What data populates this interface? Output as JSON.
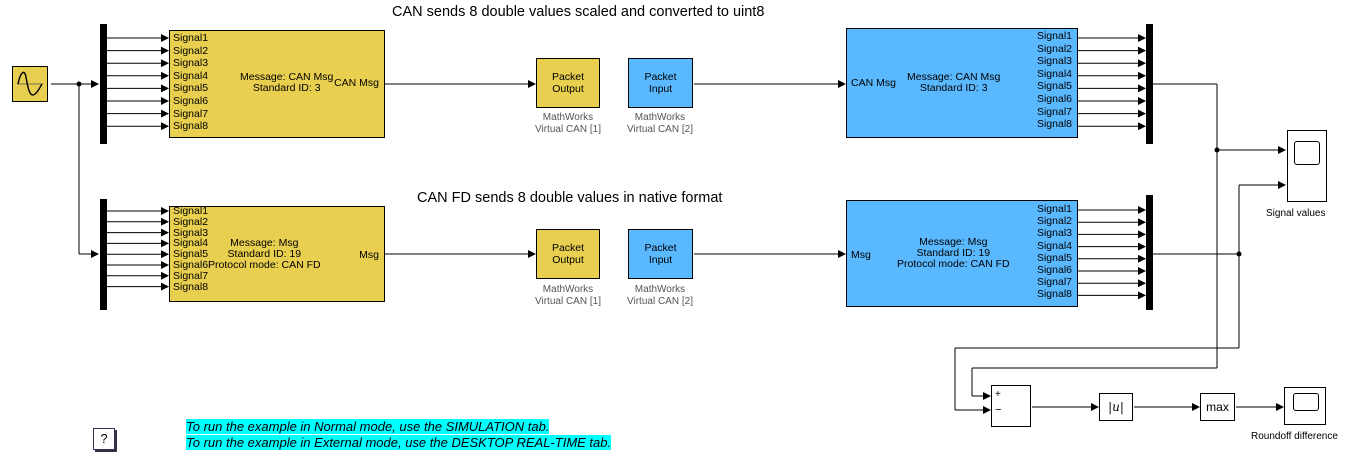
{
  "top_title": "CAN sends 8 double values scaled and converted to uint8",
  "mid_title": "CAN FD sends 8 double values in native format",
  "signals": [
    "Signal1",
    "Signal2",
    "Signal3",
    "Signal4",
    "Signal5",
    "Signal6",
    "Signal7",
    "Signal8"
  ],
  "can_pack": {
    "line1": "Message: CAN Msg",
    "line2": "Standard ID: 3",
    "out_port": "CAN Msg"
  },
  "can_unpack": {
    "line1": "Message: CAN Msg",
    "line2": "Standard ID: 3",
    "in_port": "CAN Msg"
  },
  "canfd_pack": {
    "line1": "Message: Msg",
    "line2": "Standard ID: 19",
    "line3": "Protocol mode: CAN FD",
    "out_port": "Msg"
  },
  "canfd_unpack": {
    "line1": "Message: Msg",
    "line2": "Standard ID: 19",
    "line3": "Protocol mode: CAN FD",
    "in_port": "Msg"
  },
  "packet_output": {
    "line1": "Packet",
    "line2": "Output",
    "caption1": "MathWorks",
    "caption2": "Virtual CAN [1]"
  },
  "packet_input": {
    "line1": "Packet",
    "line2": "Input",
    "caption1": "MathWorks",
    "caption2": "Virtual CAN [2]"
  },
  "scope_signal_values": "Signal values",
  "scope_roundoff": "Roundoff difference",
  "sum_signs": {
    "plus": "+",
    "minus": "−"
  },
  "abs_label": "|u|",
  "max_label": "max",
  "help_label": "?",
  "note_line1": "To run the example in Normal mode, use the SIMULATION tab.",
  "note_line2": "To run the example in External mode, use the DESKTOP REAL-TIME tab.",
  "colors": {
    "pack_yellow": "#e8cf4f",
    "unpack_blue": "#5ab8ff",
    "note_cyan": "#00ffff"
  }
}
